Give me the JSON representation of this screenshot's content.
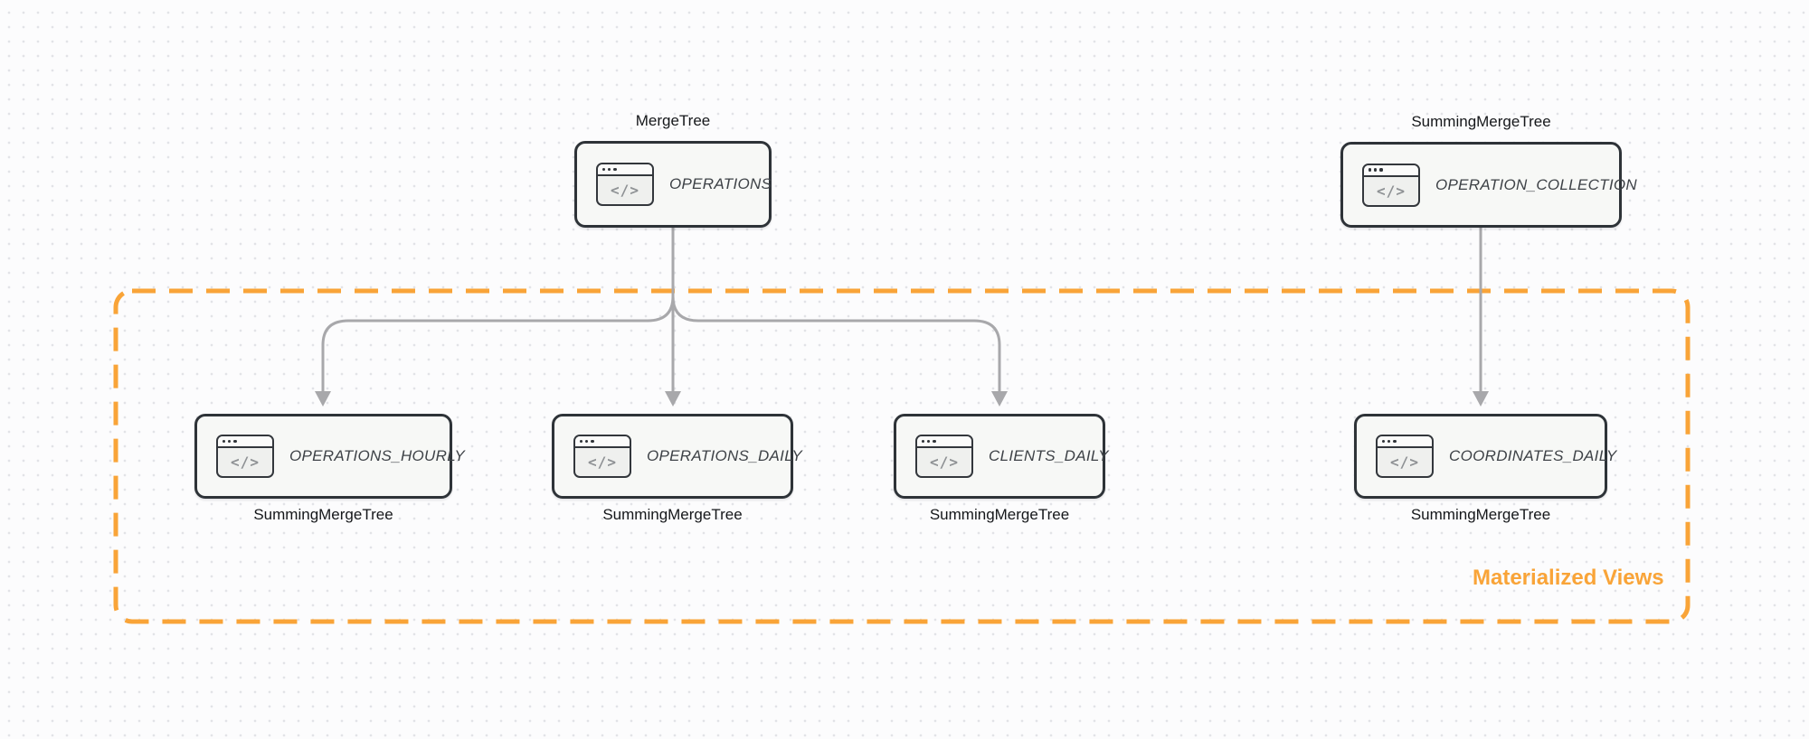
{
  "diagram": {
    "group": {
      "label": "Materialized Views"
    },
    "nodes": [
      {
        "id": "operations",
        "name": "OPERATIONS",
        "engine": "MergeTree",
        "engine_position": "above"
      },
      {
        "id": "operation_collection",
        "name": "OPERATION_COLLECTION",
        "engine": "SummingMergeTree",
        "engine_position": "above"
      },
      {
        "id": "operations_hourly",
        "name": "OPERATIONS_HOURLY",
        "engine": "SummingMergeTree",
        "engine_position": "below"
      },
      {
        "id": "operations_daily",
        "name": "OPERATIONS_DAILY",
        "engine": "SummingMergeTree",
        "engine_position": "below"
      },
      {
        "id": "clients_daily",
        "name": "CLIENTS_DAILY",
        "engine": "SummingMergeTree",
        "engine_position": "below"
      },
      {
        "id": "coordinates_daily",
        "name": "COORDINATES_DAILY",
        "engine": "SummingMergeTree",
        "engine_position": "below"
      }
    ],
    "edges": [
      {
        "from": "operations",
        "to": "operations_hourly"
      },
      {
        "from": "operations",
        "to": "operations_daily"
      },
      {
        "from": "operations",
        "to": "clients_daily"
      },
      {
        "from": "operation_collection",
        "to": "coordinates_daily"
      }
    ],
    "icon": {
      "name": "code-window-icon",
      "glyph": "</>"
    },
    "colors": {
      "accent_orange": "#f9a438",
      "arrow_gray": "#a8a8ab",
      "node_border": "#2e3338",
      "node_fill": "#f7f8f6",
      "background": "#fcfcfd",
      "dot_grid": "#e2e3e7",
      "engine_label_text": "#15171a",
      "node_title_text": "#3e4247"
    }
  }
}
